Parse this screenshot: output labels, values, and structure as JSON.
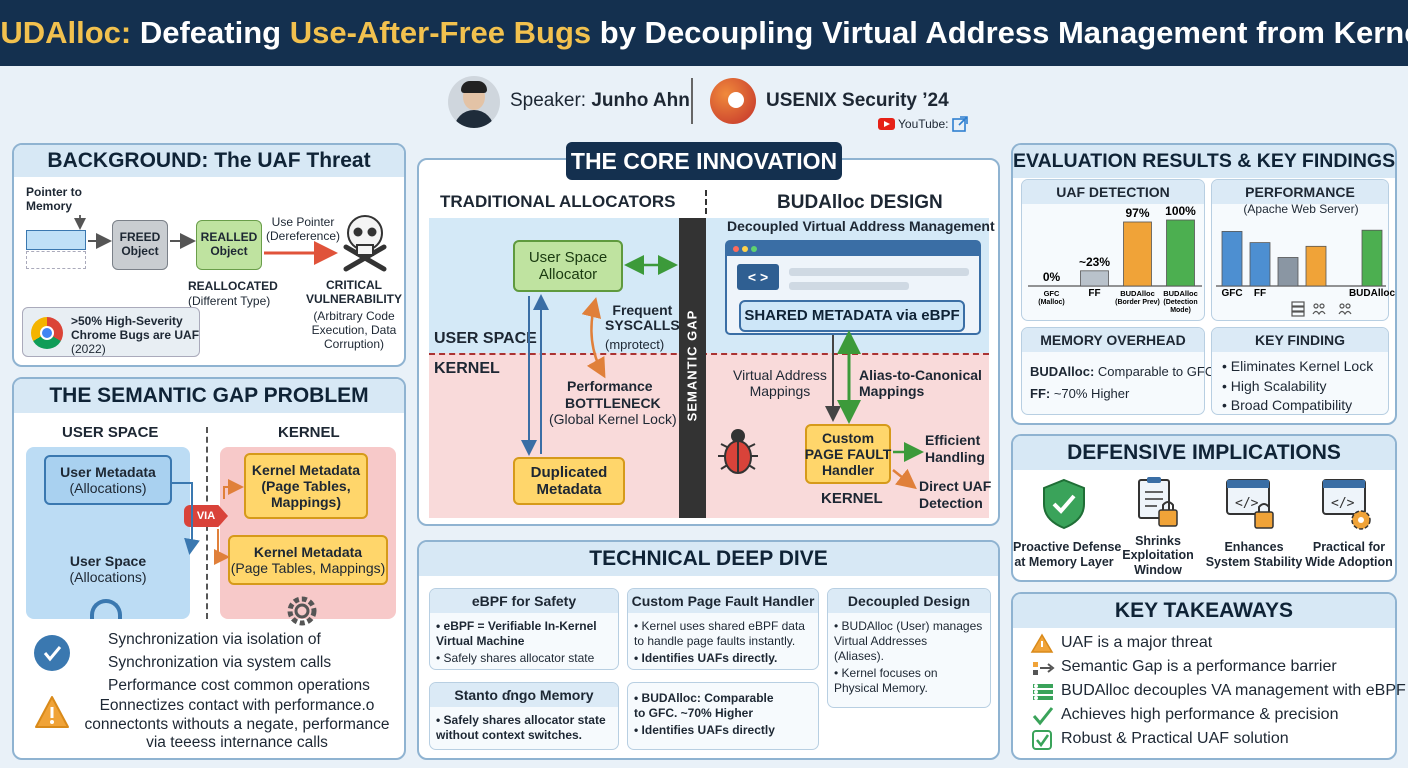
{
  "header": {
    "title_hl1": "BUDAlloc:",
    "title_p1": " Defeating ",
    "title_hl2": "Use-After-Free Bugs",
    "title_p2": " by Decoupling Virtual Address Management from Kernel"
  },
  "speaker": {
    "label": "Speaker: ",
    "name": "Junho Ahn",
    "conference": "USENIX Security ’24",
    "youtube": "YouTube:"
  },
  "background": {
    "title": "BACKGROUND: The UAF Threat",
    "pointer_label": "Pointer to\nMemory",
    "freed": "FREED\nObject",
    "realloc": "REALLED\nObject",
    "use_pointer": "Use Pointer\n(Dereference)",
    "reallocated": "REALLOCATED",
    "different_type": "(Different Type)",
    "critical": "CRITICAL\nVULNERABILITY",
    "critical_desc": "(Arbitrary Code\nExecution, Data\nCorruption)",
    "chrome_stat": ">50% High-Severity\nChrome Bugs are UAF",
    "chrome_year": "(2022)"
  },
  "semantic": {
    "title": "THE SEMANTIC GAP PROBLEM",
    "user_space": "USER SPACE",
    "kernel": "KERNEL",
    "user_meta": "User Metadata",
    "user_meta_sub": "(Allocations)",
    "user_space_box": "User Space",
    "user_space_box_sub": "(Allocations)",
    "kernel_meta1": "Kernel Metadata\n(Page Tables,\nMappings)",
    "kernel_meta2": "Kernel Metadata",
    "kernel_meta2_sub": "(Page Tables, Mappings)",
    "via": "VIA",
    "sync1": "Synchronization via isolation of",
    "sync2": "Synchronization via system calls",
    "sync3": "Performance cost common operations",
    "warn": "Eonnectizes contact with performance.o\nconnectonts withouts a negate, performance\nvia teeess internance calls"
  },
  "core": {
    "title": "THE CORE INNOVATION",
    "traditional": "TRADITIONAL ALLOCATORS",
    "budalloc": "BUDAlloc DESIGN",
    "decoupled": "Decoupled Virtual Address Management",
    "user_alloc": "User Space\nAllocator",
    "frequent": "Frequent\nSYSCALLS",
    "mprotect": "(mprotect)",
    "user_space": "USER SPACE",
    "kernel": "KERNEL",
    "perf": "Performance",
    "bottleneck": "BOTTLENECK",
    "lock": "(Global Kernel Lock)",
    "dup": "Duplicated\nMetadata",
    "gap": "SEMANTIC GAP",
    "shared": "SHARED METADATA via eBPF",
    "va_map": "Virtual Address\nMappings",
    "alias": "Alias-to-Canonical\nMappings",
    "handler": "Custom\nPAGE FAULT\nHandler",
    "kernel2": "KERNEL",
    "efficient": "Efficient\nHandling",
    "direct": "Direct UAF\nDetection"
  },
  "deep": {
    "title": "TECHNICAL DEEP DIVE",
    "cards": [
      {
        "title": "eBPF for Safety",
        "b1": "eBPF = Verifiable In-Kernel\nVirtual Machine",
        "b2": "Safely shares allocator state"
      },
      {
        "title": "Custom Page Fault Handler",
        "b1": "Kernel uses shared eBPF data\nto handle page faults instantly.",
        "b2": "Identifies UAFs directly."
      },
      {
        "title": "Decoupled Design",
        "b1": "BUDAlloc (User) manages\nVirtual Addresses\n(Aliases).",
        "b2": "Kernel focuses on\nPhysical Memory."
      },
      {
        "title": "Stanto ɗngo Memory",
        "b1": "Safely shares allocator state\nwithout context switches."
      },
      {
        "b1": "BUDAlloc: Comparable\nto GFC. ~70% Higher",
        "b2": "Identifies UAFs directly"
      }
    ]
  },
  "eval": {
    "title": "EVALUATION RESULTS & KEY FINDINGS",
    "uaf_title": "UAF DETECTION",
    "perf_title": "PERFORMANCE",
    "perf_sub": "(Apache Web Server)",
    "mem_title": "MEMORY OVERHEAD",
    "mem1_b": "BUDAlloc:",
    "mem1": " Comparable to GFC",
    "mem2_b": "FF:",
    "mem2": " ~70% Higher",
    "key_title": "KEY FINDING",
    "key": [
      "Eliminates Kernel Lock",
      "High Scalability",
      "Broad Compatibility"
    ]
  },
  "chart_data": [
    {
      "type": "bar",
      "title": "UAF DETECTION",
      "categories": [
        "GFC\n(Malloc)",
        "FF",
        "BUDAlloc\n(Border Prev)",
        "BUDAlloc\n(Detection\nMode)"
      ],
      "labels": [
        "0%",
        "~23%",
        "97%",
        "100%"
      ],
      "values": [
        0,
        23,
        97,
        100
      ],
      "colors": [
        "#8a96a3",
        "#b9c2cb",
        "#f0a338",
        "#4caf50"
      ],
      "ylim": [
        0,
        100
      ]
    },
    {
      "type": "bar",
      "title": "PERFORMANCE",
      "subtitle": "(Apache Web Server)",
      "categories": [
        "GFC",
        "FF",
        "",
        "",
        "",
        "BUDAlloc"
      ],
      "values": [
        88,
        70,
        46,
        64,
        0,
        90
      ],
      "colors": [
        "#4d8fd1",
        "#4d8fd1",
        "#8a96a3",
        "#f0a338",
        "#ffffff",
        "#4caf50"
      ],
      "ylim": [
        0,
        100
      ]
    }
  ],
  "defense": {
    "title": "DEFENSIVE IMPLICATIONS",
    "items": [
      "Proactive Defense\nat Memory Layer",
      "Shrinks\nExploitation\nWindow",
      "Enhances\nSystem Stability",
      "Practical for\nWide Adoption"
    ]
  },
  "takeaways": {
    "title": "KEY TAKEAWAYS",
    "items": [
      "UAF is a major threat",
      "Semantic Gap is a performance barrier",
      "BUDAlloc decouples VA management with eBPF",
      "Achieves high performance & precision",
      "Robust & Practical UAF solution"
    ]
  },
  "colors": {
    "navy": "#14304f",
    "gold": "#f2c14e",
    "green_box": "#bfe3a0",
    "yellow_box": "#ffd66b",
    "blue_box": "#bcdcf4",
    "pink_zone": "#f9dada",
    "red_arrow": "#e0533a"
  }
}
